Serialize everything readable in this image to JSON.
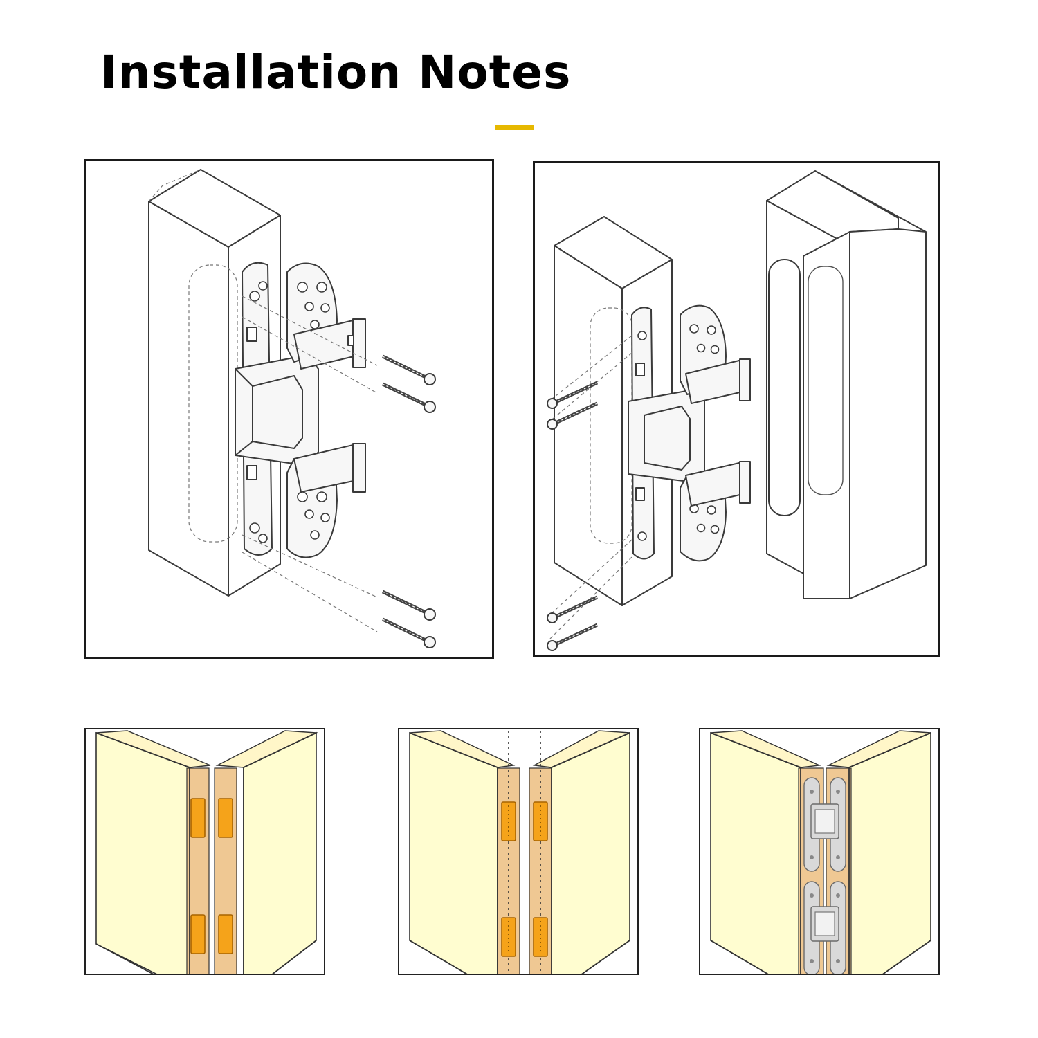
{
  "page": {
    "title": "Installation Notes"
  },
  "colors": {
    "accent": "#E6B800",
    "door_face": "#FFFDD0",
    "door_edge": "#EFC893",
    "slot": "#F5A31A",
    "slot_border": "#C47A00",
    "hinge_metal": "#D6D6D6",
    "outline": "#333333"
  },
  "figures": [
    {
      "id": "hinge-exploded-single-jamb",
      "icon": "concealed-hinge-icon"
    },
    {
      "id": "hinge-exploded-door-and-frame",
      "icon": "concealed-hinge-icon"
    },
    {
      "id": "edges-with-mortise-slots",
      "icon": "mortise-slot-icon"
    },
    {
      "id": "edges-with-drilled-pockets",
      "icon": "drilled-pocket-icon"
    },
    {
      "id": "edges-with-hinges-installed",
      "icon": "installed-hinge-icon"
    }
  ]
}
